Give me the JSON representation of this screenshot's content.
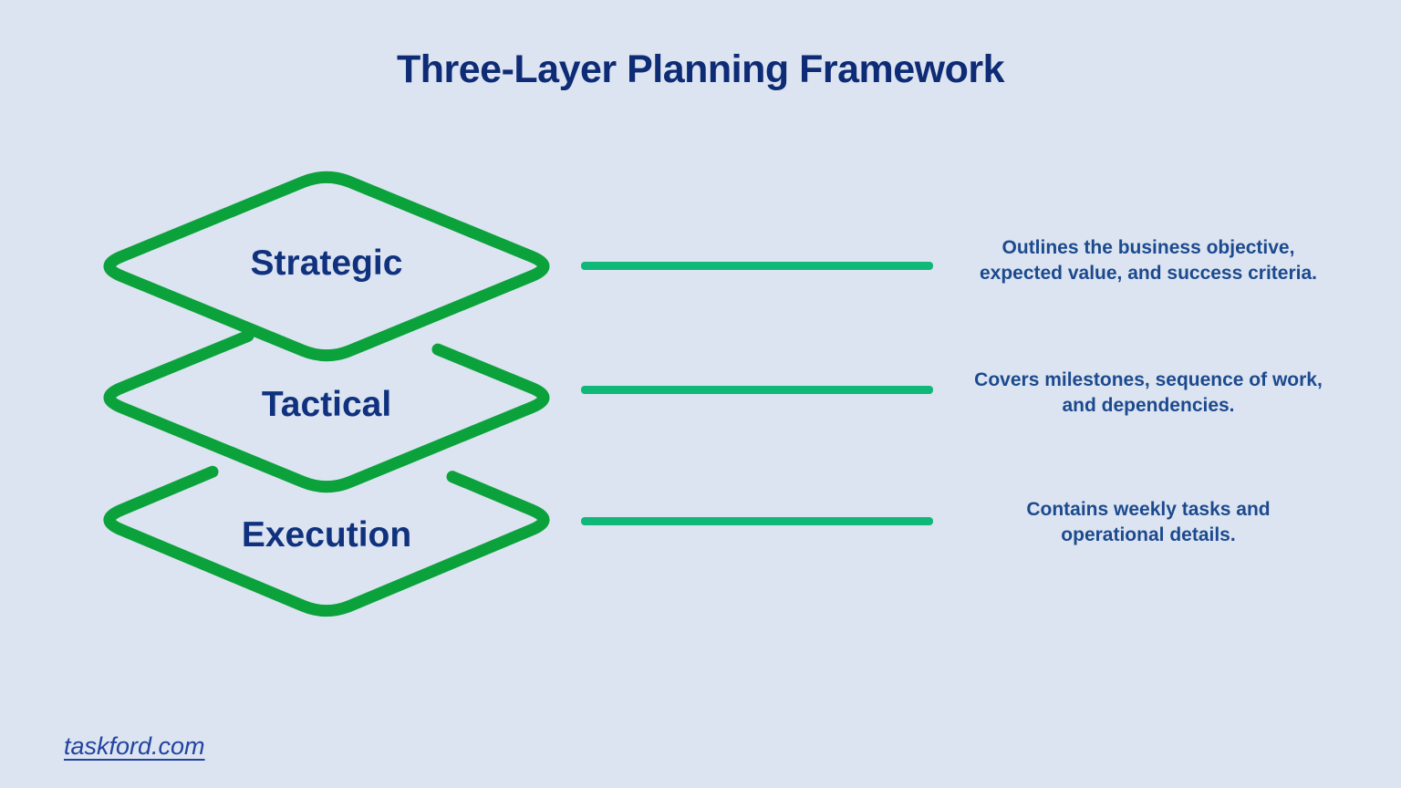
{
  "title": "Three-Layer Planning Framework",
  "layers": [
    {
      "label": "Strategic",
      "desc_line1": "Outlines the business objective,",
      "desc_line2": "expected value, and success criteria."
    },
    {
      "label": "Tactical",
      "desc_line1": "Covers milestones, sequence of work,",
      "desc_line2": "and dependencies."
    },
    {
      "label": "Execution",
      "desc_line1": "Contains weekly tasks and",
      "desc_line2": "operational details."
    }
  ],
  "footer": {
    "link_text": "taskford.com"
  },
  "colors": {
    "background": "#dce4f1",
    "diamond_outline_green": "#0ba23c",
    "connector_green": "#10b878",
    "title_navy": "#0e2b76",
    "label_navy": "#10327e",
    "description_blue": "#1c4a8e",
    "link_blue": "#2243a0"
  }
}
